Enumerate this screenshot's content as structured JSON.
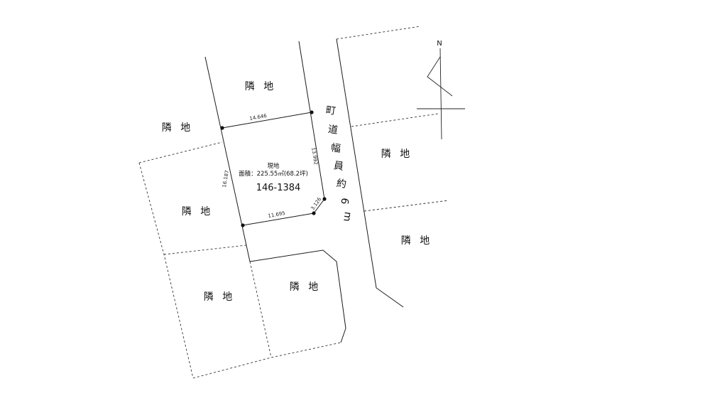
{
  "neighbor_label": "隣 地",
  "road": {
    "chars": [
      "町",
      "道",
      "幅",
      "員",
      "約",
      "6",
      "m"
    ]
  },
  "site": {
    "title": "現地",
    "area": "面積：225.55㎡(68.2坪)",
    "lot_number": "146-1384"
  },
  "dimensions": {
    "top": "14.646",
    "right": "13.992",
    "left": "16.187",
    "bottom": "11.695",
    "corner": "3.126"
  },
  "compass": {
    "north": "N"
  }
}
